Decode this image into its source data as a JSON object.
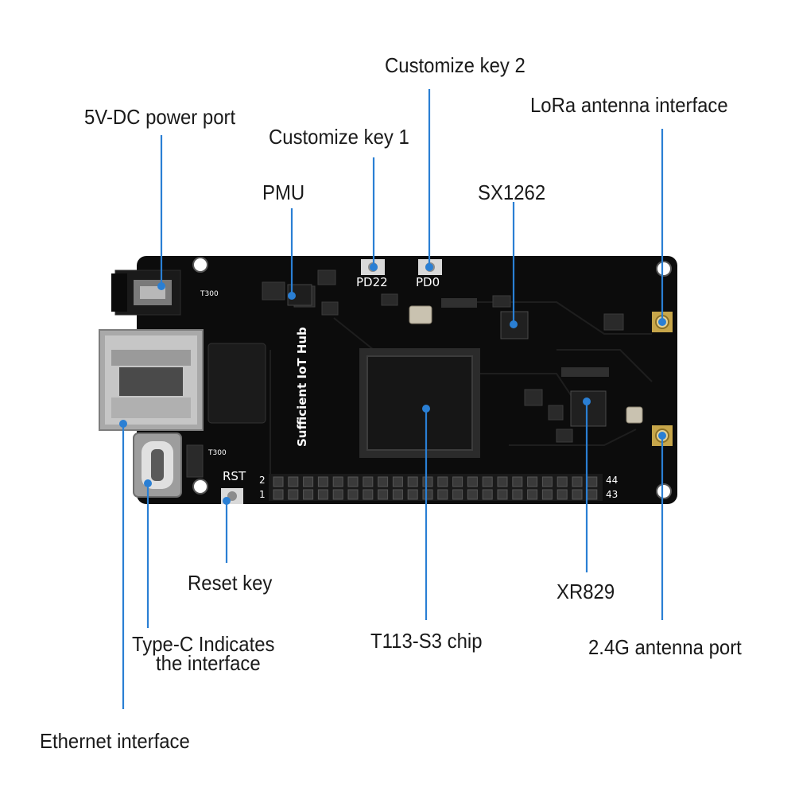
{
  "labels": {
    "customize_key_2": "Customize key 2",
    "lora_antenna": "LoRa antenna interface",
    "power_port": "5V-DC power port",
    "customize_key_1": "Customize key 1",
    "pmu": "PMU",
    "sx1262": "SX1262",
    "reset_key": "Reset key",
    "xr829": "XR829",
    "type_c_line1": "Type-C Indicates",
    "type_c_line2": "the interface",
    "t113_chip": "T113-S3 chip",
    "antenna_24g": "2.4G antenna port",
    "ethernet": "Ethernet interface"
  },
  "board": {
    "brand_text": "Sufficient IoT Hub",
    "key1_silk": "PD22",
    "key2_silk": "PD0",
    "reset_silk": "RST",
    "pin_2": "2",
    "pin_1": "1",
    "pin_44": "44",
    "pin_43": "43",
    "t300_a": "T300",
    "t300_b": "T300"
  },
  "colors": {
    "leader_line": "#2a7fd4",
    "pcb": "#0c0c0c",
    "label_text": "#1a1a1a"
  }
}
